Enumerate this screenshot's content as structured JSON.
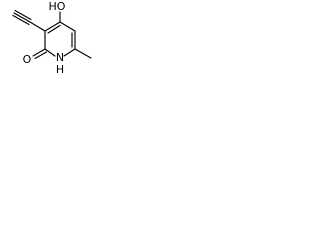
{
  "structure": {
    "atoms": {
      "hydroxyl": "HO",
      "nitrogen": "N",
      "nitrogen_hydrogen": "H",
      "oxygen": "O"
    }
  }
}
